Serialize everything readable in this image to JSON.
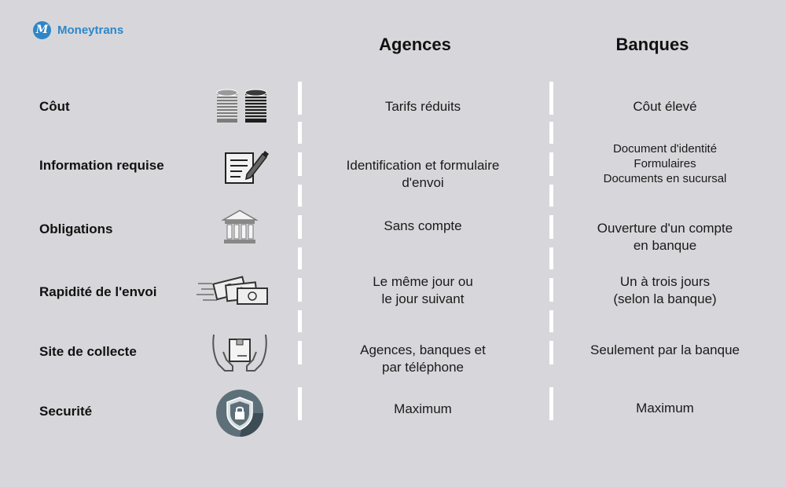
{
  "brand": {
    "logo_letter": "M",
    "name": "Moneytrans",
    "color": "#2e86c9"
  },
  "columns": {
    "agences": "Agences",
    "banques": "Banques"
  },
  "rows": [
    {
      "label": "Côut",
      "icon": "coins-icon",
      "agences": [
        "Tarifs réduits"
      ],
      "banques": [
        "Côut élevé"
      ]
    },
    {
      "label": "Information requise",
      "icon": "form-pen-icon",
      "agences": [
        "Identification et formulaire",
        "d'envoi"
      ],
      "banques": [
        "Document d'identité",
        "Formulaires",
        "Documents en sucursal"
      ]
    },
    {
      "label": "Obligations",
      "icon": "bank-icon",
      "agences": [
        "Sans compte"
      ],
      "banques": [
        "Ouverture d'un compte",
        "en banque"
      ]
    },
    {
      "label": "Rapidité de l'envoi",
      "icon": "flying-money-icon",
      "agences": [
        "Le même jour ou",
        "le jour suivant"
      ],
      "banques": [
        "Un à trois jours",
        "(selon la banque)"
      ]
    },
    {
      "label": "Site de collecte",
      "icon": "hands-package-icon",
      "agences": [
        "Agences, banques et",
        "par téléphone"
      ],
      "banques": [
        "Seulement par la banque"
      ]
    },
    {
      "label": "Securité",
      "icon": "shield-lock-icon",
      "agences": [
        "Maximum"
      ],
      "banques": [
        "Maximum"
      ]
    }
  ]
}
